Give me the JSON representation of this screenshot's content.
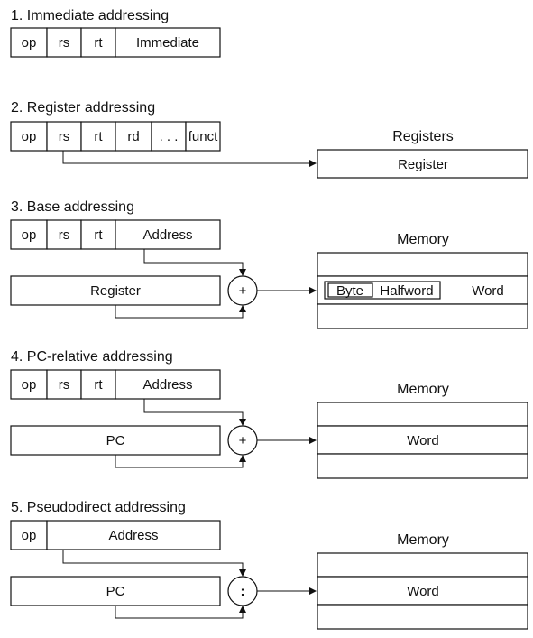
{
  "colors": {
    "highlight": "#a9abd3",
    "stroke": "#111111",
    "background": "#ffffff"
  },
  "section_immediate": {
    "title": "1.  Immediate addressing",
    "fields": [
      "op",
      "rs",
      "rt",
      "Immediate"
    ]
  },
  "section_register": {
    "title": "2. Register addressing",
    "fields": [
      "op",
      "rs",
      "rt",
      "rd",
      ". . .",
      "funct"
    ],
    "target_label": "Registers",
    "target_cell": "Register"
  },
  "section_base": {
    "title": "3.  Base addressing",
    "fields": [
      "op",
      "rs",
      "rt",
      "Address"
    ],
    "source_box": "Register",
    "operator": "+",
    "target_label": "Memory",
    "byte": "Byte",
    "halfword": "Halfword",
    "word": "Word"
  },
  "section_pcrel": {
    "title": "4.  PC-relative addressing",
    "fields": [
      "op",
      "rs",
      "rt",
      "Address"
    ],
    "source_box": "PC",
    "operator": "+",
    "target_label": "Memory",
    "word": "Word"
  },
  "section_pseudo": {
    "title": "5.  Pseudodirect addressing",
    "fields": [
      "op",
      "Address"
    ],
    "source_box": "PC",
    "operator": ":",
    "target_label": "Memory",
    "word": "Word"
  }
}
